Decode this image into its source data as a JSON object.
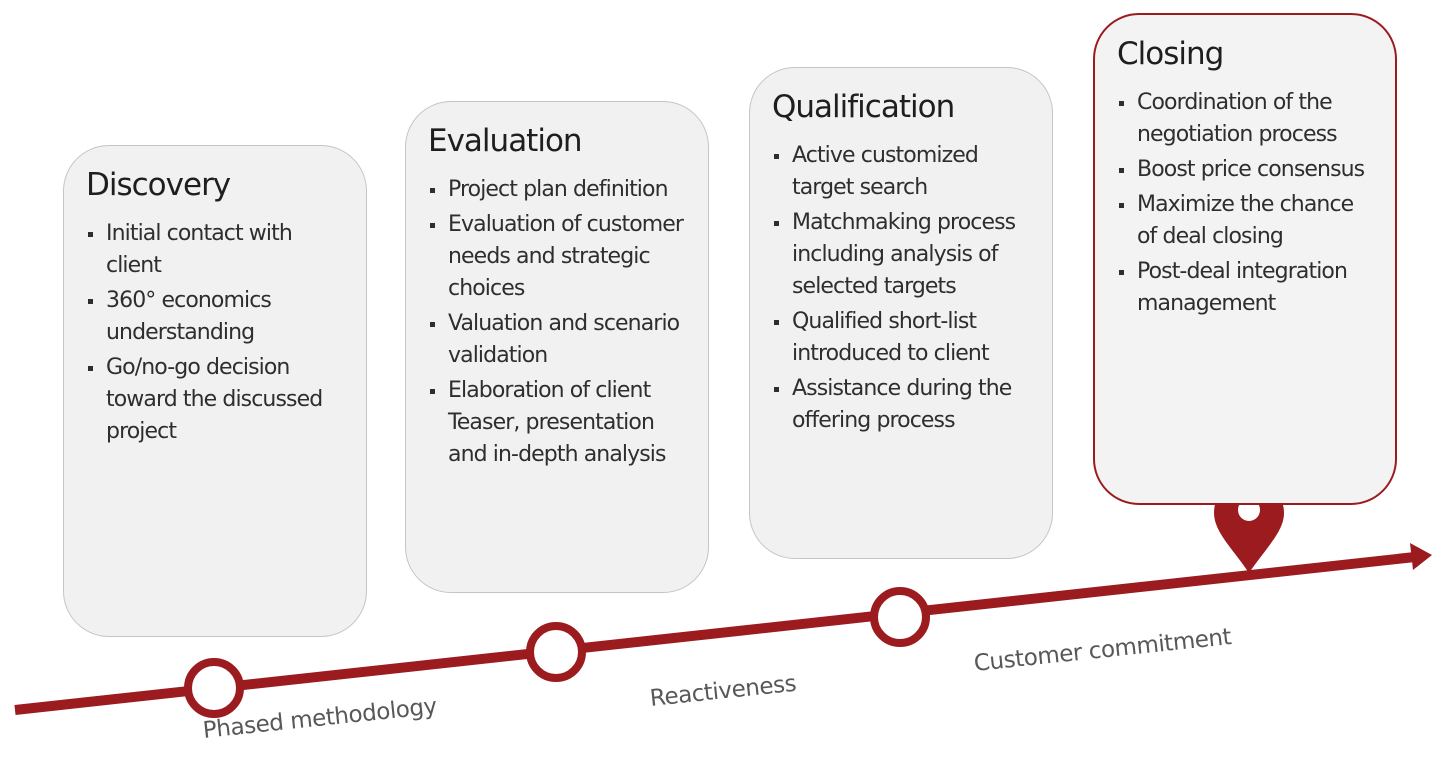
{
  "stages": [
    {
      "title": "Discovery",
      "items": [
        "Initial contact with client",
        "360° economics understanding",
        "Go/no-go decision toward the discussed project"
      ]
    },
    {
      "title": "Evaluation",
      "items": [
        "Project plan definition",
        "Evaluation of customer needs and strategic choices",
        "Valuation and scenario validation",
        "Elaboration of client Teaser, presentation and in-depth analysis"
      ]
    },
    {
      "title": "Qualification",
      "items": [
        "Active customized target search",
        "Matchmaking process including analysis of selected targets",
        "Qualified short-list introduced to client",
        "Assistance during the offering process"
      ]
    },
    {
      "title": "Closing",
      "items": [
        "Coordination of the negotiation process",
        "Boost price consensus",
        "Maximize the chance of deal closing",
        "Post-deal integration management"
      ]
    }
  ],
  "axis_labels": {
    "phased": "Phased methodology",
    "reactiveness": "Reactiveness",
    "commitment": "Customer commitment"
  },
  "colors": {
    "accent": "#9b1b1f",
    "card_background": "#f1f1f1",
    "card_border": "#c4c4c4"
  },
  "icons": {
    "milestones": "circle-marker-icon",
    "current_stage": "map-pin-icon",
    "direction": "arrow-head-icon"
  }
}
